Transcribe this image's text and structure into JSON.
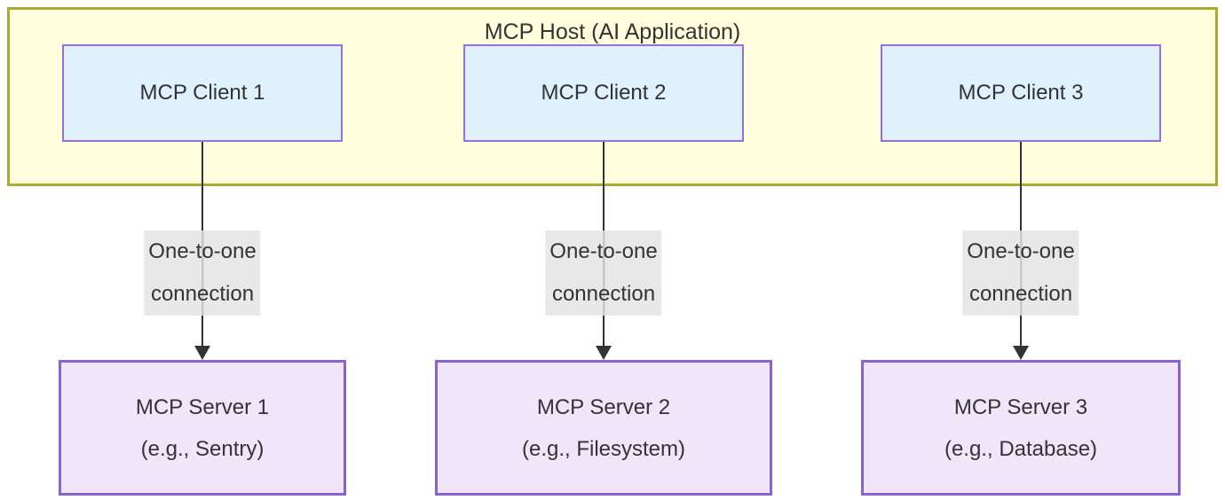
{
  "diagram": {
    "host": {
      "title": "MCP Host (AI Application)"
    },
    "columns": [
      {
        "client": "MCP Client 1",
        "connection_label": [
          "One-to-one",
          "connection"
        ],
        "server": [
          "MCP Server 1",
          "(e.g., Sentry)"
        ]
      },
      {
        "client": "MCP Client 2",
        "connection_label": [
          "One-to-one",
          "connection"
        ],
        "server": [
          "MCP Server 2",
          "(e.g., Filesystem)"
        ]
      },
      {
        "client": "MCP Client 3",
        "connection_label": [
          "One-to-one",
          "connection"
        ],
        "server": [
          "MCP Server 3",
          "(e.g., Database)"
        ]
      }
    ],
    "colors": {
      "host_fill": "#ffffde",
      "host_border": "#aaaa33",
      "client_fill": "#def1fc",
      "client_border": "#9370db",
      "server_fill": "#f1e6f9",
      "server_border": "#8a63d2",
      "edge_label_bg": "#e8e8e8",
      "edge_color": "#333333",
      "text": "#333333"
    }
  }
}
